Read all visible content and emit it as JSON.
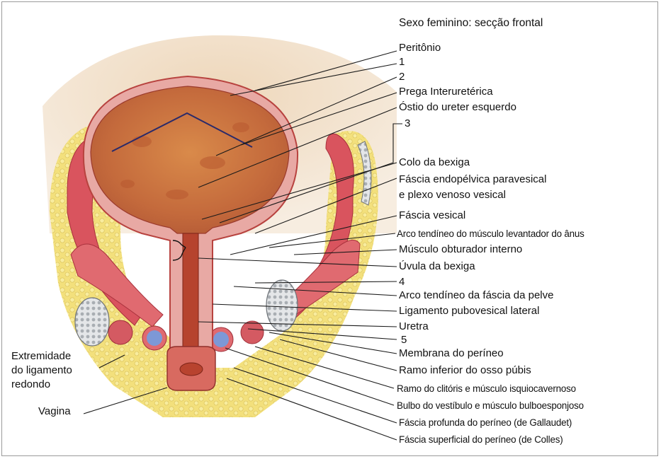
{
  "title": "Sexo feminino: secção frontal",
  "labels": {
    "peritonio": "Peritônio",
    "n1": "1",
    "n2": "2",
    "prega": "Prega Interuretérica",
    "ostio": "Óstio do ureter esquerdo",
    "n3": "3",
    "colo": "Colo da bexiga",
    "fascia_endo_1": "Fáscia endopélvica paravesical",
    "fascia_endo_2": "e plexo venoso vesical",
    "fascia_vesical": "Fáscia vesical",
    "arco_levantador": "Arco tendíneo do músculo levantador do ânus",
    "obturador": "Músculo obturador interno",
    "uvula": "Úvula da bexiga",
    "n4": "4",
    "arco_fascia": "Arco tendíneo da fáscia da pelve",
    "ligamento_pubo": "Ligamento pubovesical lateral",
    "uretra": "Uretra",
    "n5": "5",
    "membrana": "Membrana do períneo",
    "ramo_inferior": "Ramo inferior do osso púbis",
    "ramo_clitoris": "Ramo do clitóris e músculo isquiocavernoso",
    "bulbo": "Bulbo do vestíbulo e músculo bulboesponjoso",
    "fascia_profunda": "Fáscia profunda do períneo (de Gallaudet)",
    "fascia_superficial": "Fáscia superficial do períneo (de Colles)",
    "extremidade_1": "Extremidade",
    "extremidade_2": "do ligamento",
    "extremidade_3": "redondo",
    "vagina": "Vagina"
  },
  "colors": {
    "fat": "#f2df7a",
    "muscle": "#d9545e",
    "bladder": "#c96a3a",
    "bladder_wall": "#e7a7a0",
    "bone": "#bfc4c8",
    "vessel": "#6f8fd0",
    "background_tissue": "#e8c9a6",
    "leader": "#1a1a1a"
  }
}
